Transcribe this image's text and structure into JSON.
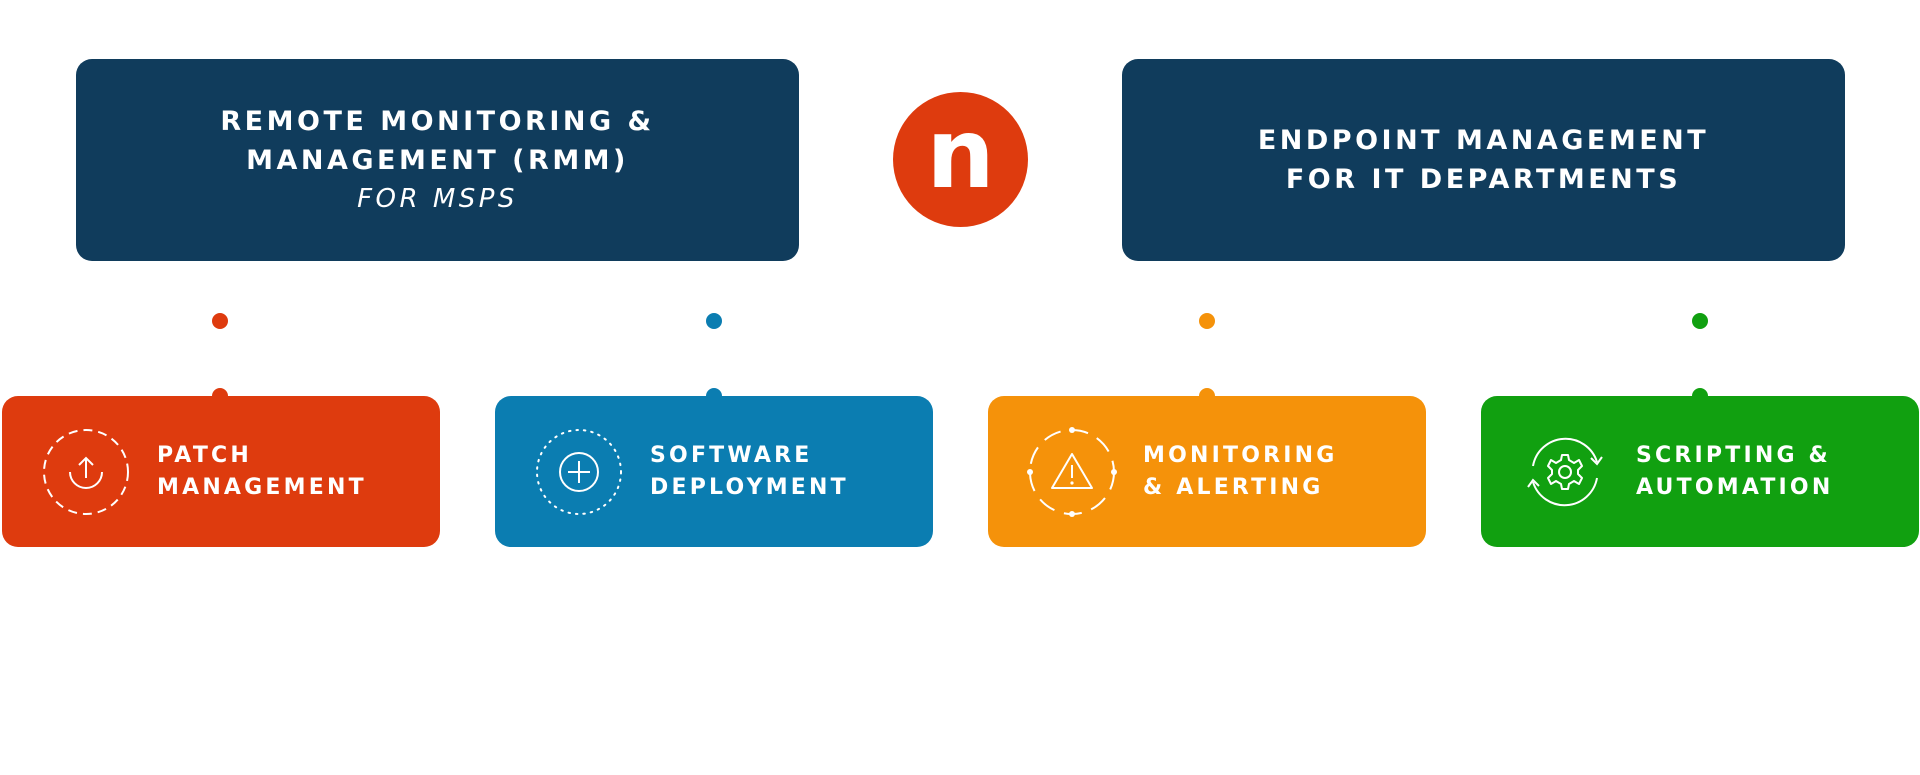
{
  "colors": {
    "navy": "#103c5c",
    "logo": "#de3b0e",
    "patch": "#de3b0e",
    "software": "#0b7db1",
    "monitoring": "#f5920a",
    "scripting": "#11a010"
  },
  "left_box": {
    "line1": "REMOTE MONITORING &",
    "line2": "MANAGEMENT (RMM)",
    "line3": "FOR MSPS"
  },
  "right_box": {
    "line1": "ENDPOINT MANAGEMENT",
    "line2": "FOR IT DEPARTMENTS"
  },
  "logo": {
    "letter": "n"
  },
  "cards": [
    {
      "line1": "PATCH",
      "line2": "MANAGEMENT",
      "icon": "upload-arrow-icon"
    },
    {
      "line1": "SOFTWARE",
      "line2": "DEPLOYMENT",
      "icon": "plus-circle-icon"
    },
    {
      "line1": "MONITORING",
      "line2": "& ALERTING",
      "icon": "warning-triangle-icon"
    },
    {
      "line1": "SCRIPTING &",
      "line2": "AUTOMATION",
      "icon": "gear-cycle-icon"
    }
  ]
}
